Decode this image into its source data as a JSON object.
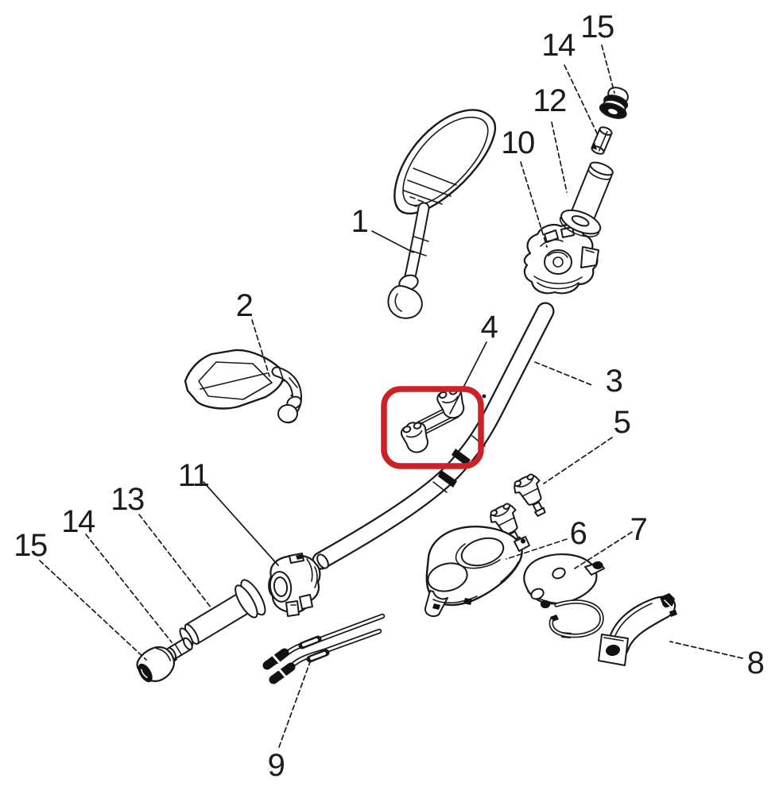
{
  "diagram": {
    "type": "exploded-parts-diagram",
    "subject": "handlebar-assembly",
    "background_color": "#ffffff",
    "line_color": "#1a1a1a",
    "highlight_box": {
      "color": "#cc2127",
      "highlighted_part": "4",
      "shape": "rounded-rectangle"
    },
    "labels": [
      {
        "part": "1",
        "text": "1"
      },
      {
        "part": "2",
        "text": "2"
      },
      {
        "part": "3",
        "text": "3"
      },
      {
        "part": "4",
        "text": "4"
      },
      {
        "part": "5",
        "text": "5"
      },
      {
        "part": "6",
        "text": "6"
      },
      {
        "part": "7",
        "text": "7"
      },
      {
        "part": "8",
        "text": "8"
      },
      {
        "part": "9",
        "text": "9"
      },
      {
        "part": "10",
        "text": "10"
      },
      {
        "part": "11",
        "text": "11"
      },
      {
        "part": "12",
        "text": "12"
      },
      {
        "part": "13",
        "text": "13"
      },
      {
        "part": "14",
        "text": "14",
        "location": "top-right"
      },
      {
        "part": "15",
        "text": "15",
        "location": "top-right"
      },
      {
        "part": "14",
        "text": "14",
        "location": "bottom-left"
      },
      {
        "part": "15",
        "text": "15",
        "location": "bottom-left"
      }
    ]
  }
}
